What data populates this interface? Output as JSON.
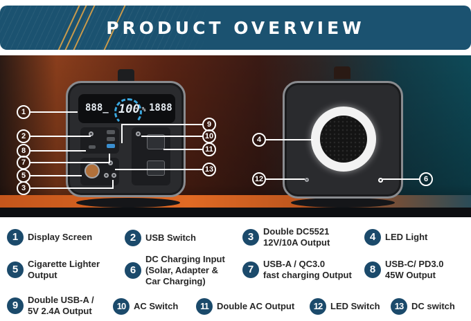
{
  "header": {
    "title": "PRODUCT OVERVIEW"
  },
  "photo": {
    "display": {
      "left_value": "888_",
      "center_value": "100",
      "percent": "%",
      "right_value": "1888"
    },
    "callouts_front": [
      "1",
      "2",
      "8",
      "7",
      "5",
      "3",
      "9",
      "10",
      "11",
      "13"
    ],
    "callouts_back": [
      "4",
      "12",
      "6"
    ]
  },
  "legend": {
    "items": [
      {
        "number": "1",
        "label_lines": [
          "Display Screen"
        ]
      },
      {
        "number": "2",
        "label_lines": [
          "USB Switch"
        ]
      },
      {
        "number": "3",
        "label_lines": [
          "Double DC5521",
          "12V/10A Output"
        ]
      },
      {
        "number": "4",
        "label_lines": [
          "LED Light"
        ]
      },
      {
        "number": "5",
        "label_lines": [
          "Cigarette Lighter",
          "Output"
        ]
      },
      {
        "number": "6",
        "label_lines": [
          "DC Charging Input",
          "(Solar, Adapter &",
          "Car Charging)"
        ]
      },
      {
        "number": "7",
        "label_lines": [
          "USB-A / QC3.0",
          "fast charging Output"
        ]
      },
      {
        "number": "8",
        "label_lines": [
          "USB-C/ PD3.0",
          "45W Output"
        ]
      },
      {
        "number": "9",
        "label_lines": [
          "Double USB-A /",
          "5V 2.4A Output"
        ]
      },
      {
        "number": "10",
        "label_lines": [
          "AC Switch"
        ]
      },
      {
        "number": "11",
        "label_lines": [
          "Double AC Output"
        ]
      },
      {
        "number": "12",
        "label_lines": [
          "LED Switch"
        ]
      },
      {
        "number": "13",
        "label_lines": [
          "DC switch"
        ]
      }
    ]
  },
  "colors": {
    "banner": "#1b5270",
    "badge": "#1b4a6b",
    "accent_gold": "#c99a4b",
    "text": "#262626"
  }
}
